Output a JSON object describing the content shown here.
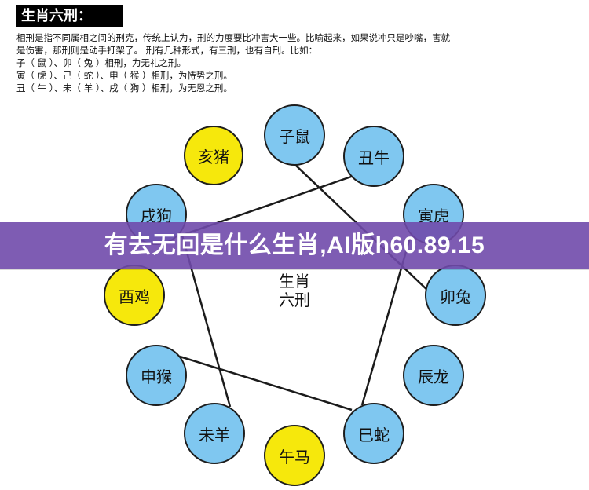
{
  "title": "生肖六刑：",
  "intro_lines": [
    "相刑是指不同属相之间的刑克，传统上认为，刑的力度要比冲害大一些。比喻起来，如果说冲只是吵嘴，害就",
    "是伤害，那刑则是动手打架了。 刑有几种形式，有三刑，也有自刑。比如：",
    "子（ 鼠 ）、卯（ 兔 ）相刑，为无礼之刑。",
    "寅（ 虎 ）、己（ 蛇 ）、申（ 猴 ）相刑，为恃势之刑。",
    "丑（ 牛 ）、未（ 羊 ）、戌（ 狗 ）相刑，为无恩之刑。"
  ],
  "diagram": {
    "center_label_line1": "生肖",
    "center_label_line2": "六刑",
    "nodes": {
      "zi_shu": "子鼠",
      "chou_niu": "丑牛",
      "yin_hu": "寅虎",
      "mao_tu": "卯兔",
      "chen_long": "辰龙",
      "si_she": "巳蛇",
      "wu_ma": "午马",
      "wei_yang": "未羊",
      "shen_hou": "申猴",
      "you_ji": "酉鸡",
      "xu_gou": "戌狗",
      "hai_zhu": "亥猪"
    }
  },
  "overlay_banner": "有去无回是什么生肖,AI版h60.89.15",
  "colors": {
    "node_blue": "#7fc7f0",
    "node_yellow": "#f6e80c",
    "banner_purple": "#704aab",
    "line_black": "#1b1b1b"
  }
}
